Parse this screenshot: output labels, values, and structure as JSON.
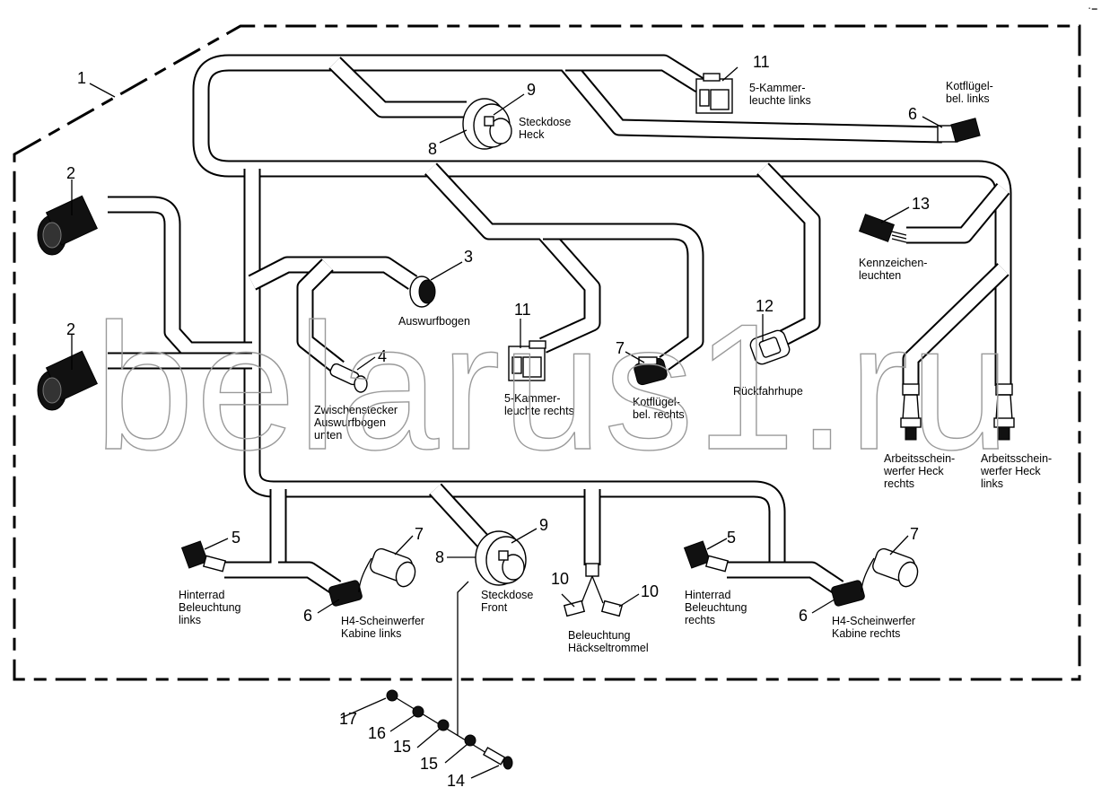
{
  "diagram": {
    "title": "Kabelbaum Heck / Front",
    "watermark": "belarus1.ru",
    "corner_mark": "▪ ▬",
    "callouts": [
      {
        "id": "c1",
        "number": "1"
      },
      {
        "id": "c2a",
        "number": "2"
      },
      {
        "id": "c2b",
        "number": "2"
      },
      {
        "id": "c3",
        "number": "3"
      },
      {
        "id": "c4",
        "number": "4"
      },
      {
        "id": "c5a",
        "number": "5"
      },
      {
        "id": "c5b",
        "number": "5"
      },
      {
        "id": "c6a",
        "number": "6"
      },
      {
        "id": "c6b",
        "number": "6"
      },
      {
        "id": "c6c",
        "number": "6"
      },
      {
        "id": "c7a",
        "number": "7"
      },
      {
        "id": "c7b",
        "number": "7"
      },
      {
        "id": "c7c",
        "number": "7"
      },
      {
        "id": "c8a",
        "number": "8"
      },
      {
        "id": "c8b",
        "number": "8"
      },
      {
        "id": "c9a",
        "number": "9"
      },
      {
        "id": "c9b",
        "number": "9"
      },
      {
        "id": "c10a",
        "number": "10"
      },
      {
        "id": "c10b",
        "number": "10"
      },
      {
        "id": "c11a",
        "number": "11"
      },
      {
        "id": "c11b",
        "number": "11"
      },
      {
        "id": "c12",
        "number": "12"
      },
      {
        "id": "c13",
        "number": "13"
      },
      {
        "id": "c14",
        "number": "14"
      },
      {
        "id": "c15a",
        "number": "15"
      },
      {
        "id": "c15b",
        "number": "15"
      },
      {
        "id": "c16",
        "number": "16"
      },
      {
        "id": "c17",
        "number": "17"
      }
    ],
    "labels": {
      "kammer_links": [
        "5-Kammer-",
        "leuchte links"
      ],
      "kotfluegel_links": [
        "Kotflügel-",
        "bel. links"
      ],
      "steckdose_heck": [
        "Steckdose",
        "Heck"
      ],
      "kennzeichen": [
        "Kennzeichen-",
        "leuchten"
      ],
      "auswurfbogen": [
        "Auswurfbogen"
      ],
      "zwischenstecker": [
        "Zwischenstecker",
        "Auswurfbogen",
        "unten"
      ],
      "kammer_rechts": [
        "5-Kammer-",
        "leuchte rechts"
      ],
      "kotfluegel_rechts": [
        "Kotflügel-",
        "bel. rechts"
      ],
      "rueckfahrhupe": [
        "Rückfahrhupe"
      ],
      "arbeits_rechts": [
        "Arbeitsschein-",
        "werfer Heck",
        "rechts"
      ],
      "arbeits_links": [
        "Arbeitsschein-",
        "werfer Heck",
        "links"
      ],
      "hinterrad_links": [
        "Hinterrad",
        "Beleuchtung",
        "links"
      ],
      "h4_links": [
        "H4-Scheinwerfer",
        "Kabine links"
      ],
      "steckdose_front": [
        "Steckdose",
        "Front"
      ],
      "haecksel": [
        "Beleuchtung",
        "Häckseltrommel"
      ],
      "hinterrad_rechts": [
        "Hinterrad",
        "Beleuchtung",
        "rechts"
      ],
      "h4_rechts": [
        "H4-Scheinwerfer",
        "Kabine rechts"
      ]
    }
  }
}
